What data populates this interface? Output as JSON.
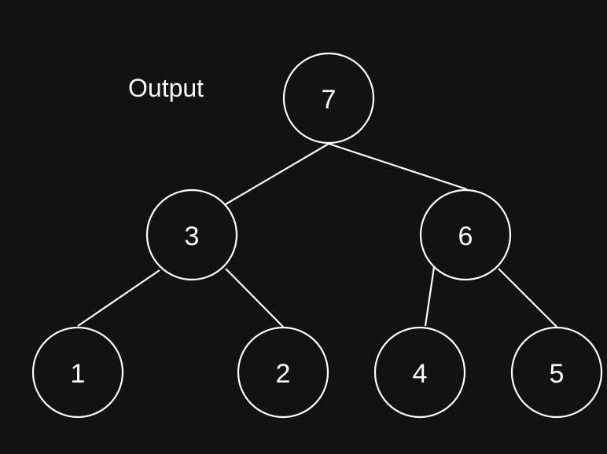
{
  "diagram": {
    "title": "Output",
    "colors": {
      "background": "#121212",
      "stroke": "#ffffff",
      "text": "#ffffff"
    },
    "nodes": [
      {
        "id": "n7",
        "label": "7"
      },
      {
        "id": "n3",
        "label": "3"
      },
      {
        "id": "n6",
        "label": "6"
      },
      {
        "id": "n1",
        "label": "1"
      },
      {
        "id": "n2",
        "label": "2"
      },
      {
        "id": "n4",
        "label": "4"
      },
      {
        "id": "n5",
        "label": "5"
      }
    ],
    "edges": [
      {
        "from": "n7",
        "to": "n3"
      },
      {
        "from": "n7",
        "to": "n6"
      },
      {
        "from": "n3",
        "to": "n1"
      },
      {
        "from": "n3",
        "to": "n2"
      },
      {
        "from": "n6",
        "to": "n4"
      },
      {
        "from": "n6",
        "to": "n5"
      }
    ]
  }
}
